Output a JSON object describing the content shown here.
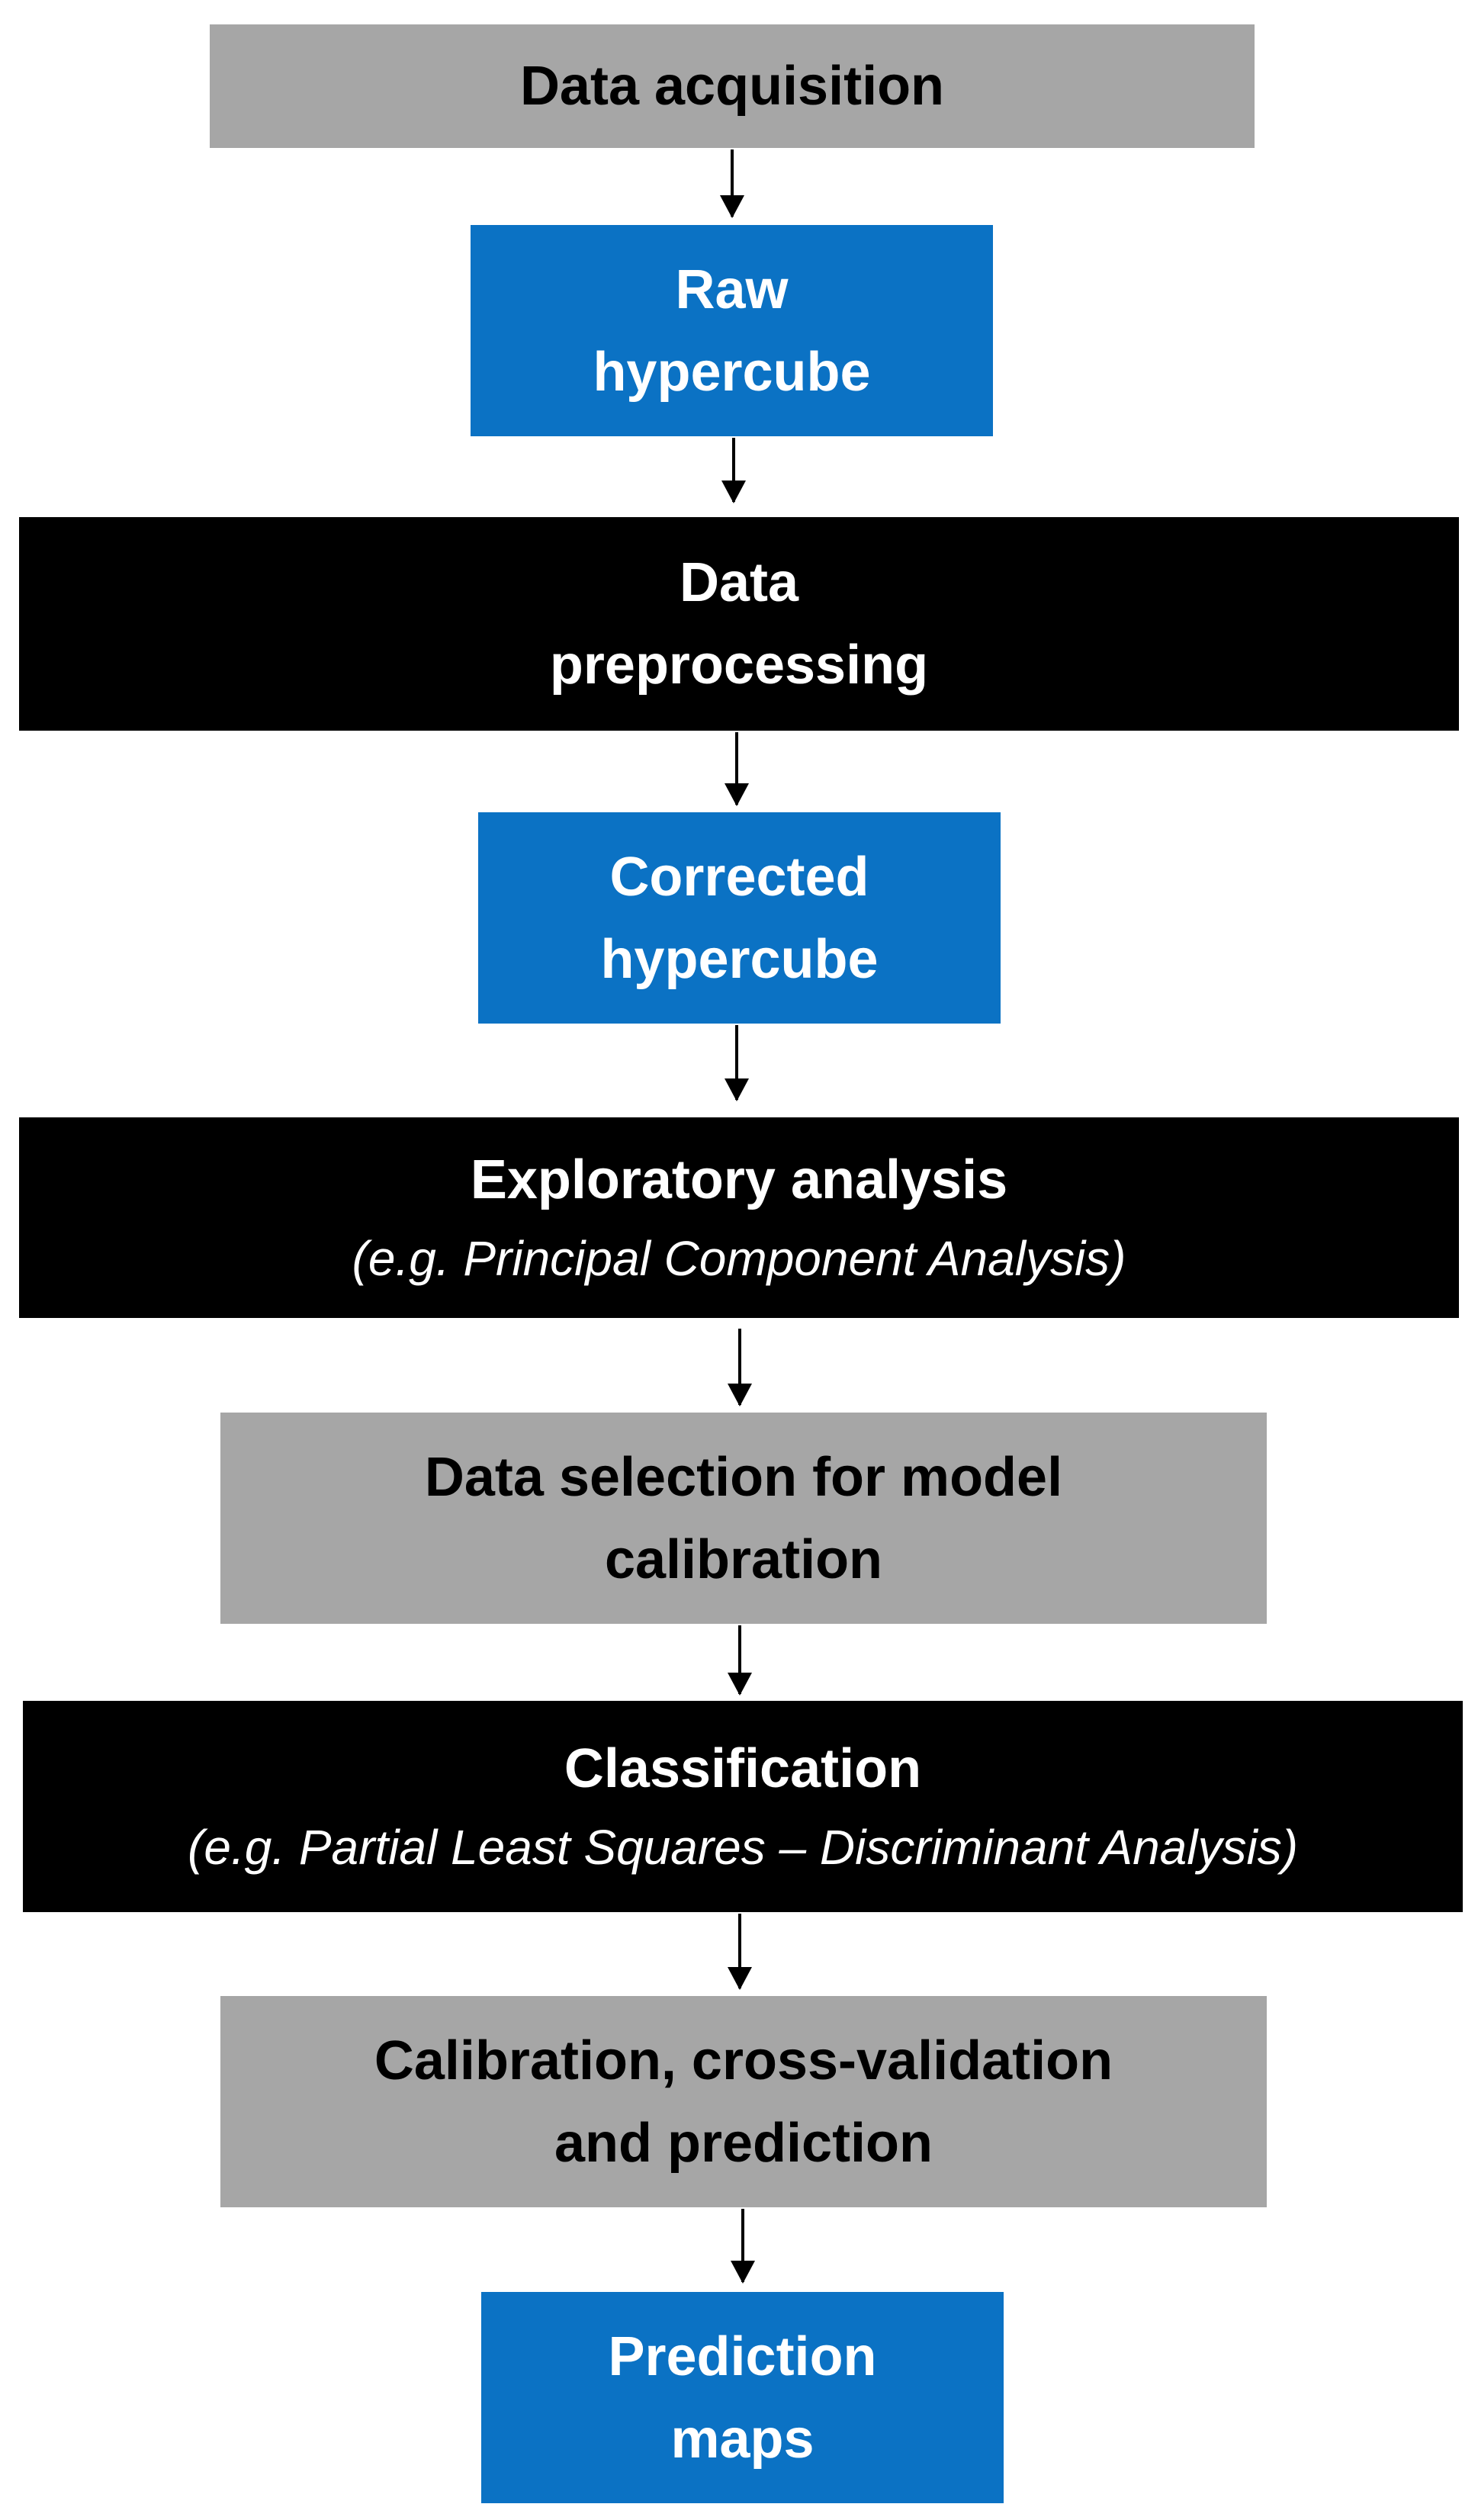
{
  "steps": {
    "acquisition": {
      "lines": [
        "Data acquisition"
      ]
    },
    "raw": {
      "lines": [
        "Raw",
        "hypercube"
      ]
    },
    "preprocessing": {
      "lines": [
        "Data",
        "preprocessing"
      ]
    },
    "corrected": {
      "lines": [
        "Corrected",
        "hypercube"
      ]
    },
    "exploratory": {
      "lines": [
        "Exploratory analysis"
      ],
      "sub": "(e.g. Principal Component Analysis)"
    },
    "selection": {
      "lines": [
        "Data selection for model",
        "calibration"
      ]
    },
    "classification": {
      "lines": [
        "Classification"
      ],
      "sub": "(e.g. Partial Least Squares – Discriminant Analysis)"
    },
    "calibration": {
      "lines": [
        "Calibration, cross-validation",
        "and prediction"
      ]
    },
    "prediction": {
      "lines": [
        "Prediction",
        "maps"
      ]
    }
  },
  "colors": {
    "gray": "#a6a6a6",
    "blue": "#0b72c4",
    "black": "#000000",
    "arrow": "#000000"
  }
}
